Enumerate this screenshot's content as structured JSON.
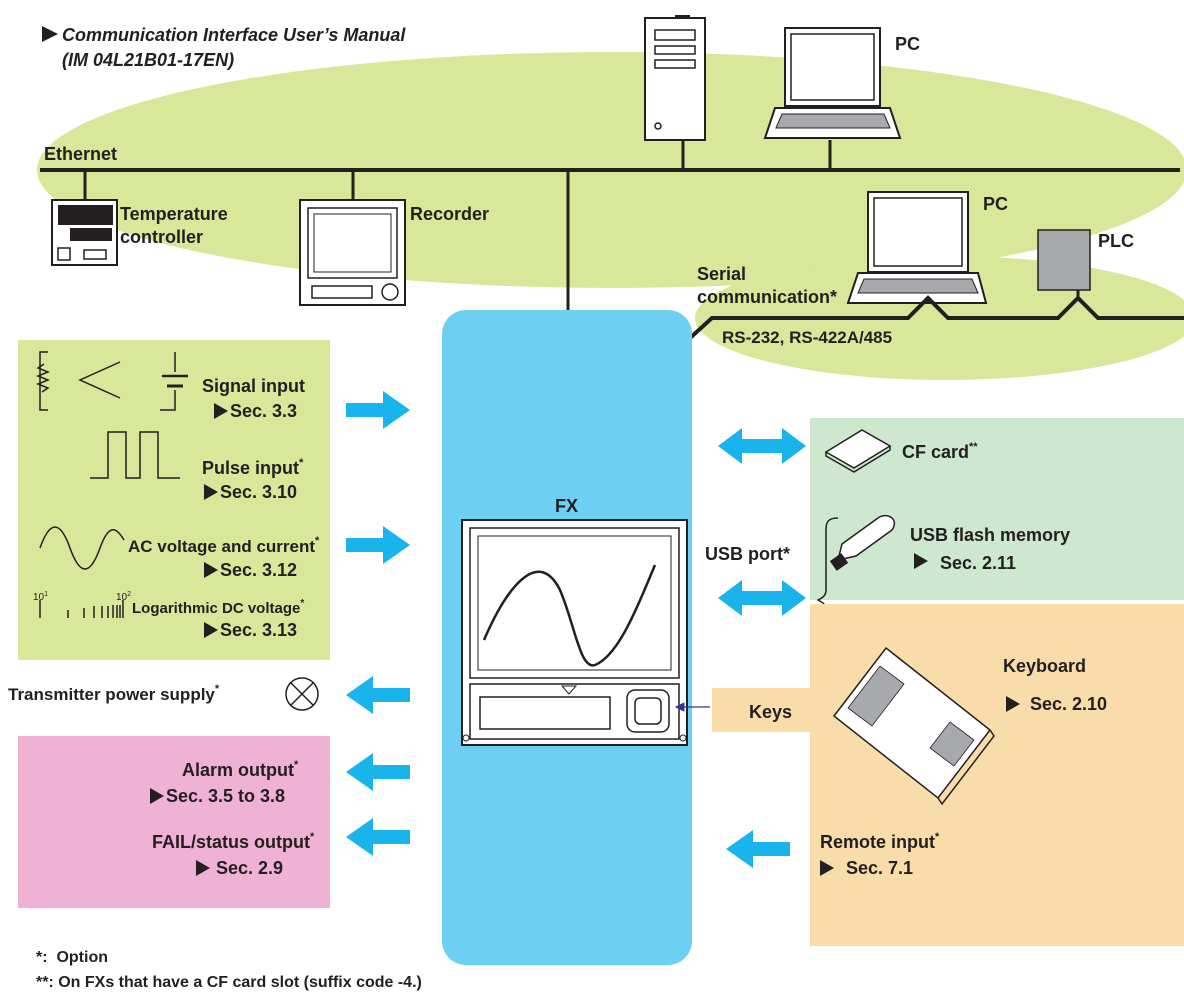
{
  "manual_ref": {
    "title": "Communication Interface User’s Manual",
    "doc_no": "(IM 04L21B01-17EN)"
  },
  "network": {
    "ethernet_label": "Ethernet",
    "serial_label_1": "Serial",
    "serial_label_2": "communication*",
    "serial_ports": "RS-232, RS-422A/485",
    "devices": {
      "pc_top": "PC",
      "pc_serial": "PC",
      "plc": "PLC",
      "temp_controller_1": "Temperature",
      "temp_controller_2": "controller",
      "recorder": "Recorder"
    }
  },
  "center": {
    "label": "FX"
  },
  "inputs": {
    "signal": {
      "label": "Signal input",
      "ref": "Sec. 3.3"
    },
    "pulse": {
      "label": "Pulse input",
      "sup": "*",
      "ref": "Sec. 3.10"
    },
    "ac": {
      "label": "AC voltage and current",
      "sup": "*",
      "ref": "Sec. 3.12"
    },
    "log": {
      "label": "Logarithmic DC voltage",
      "sup": "*",
      "ref": "Sec. 3.13",
      "tick_1": "10",
      "tick_1_exp": "1",
      "tick_2": "10",
      "tick_2_exp": "2"
    }
  },
  "outputs": {
    "transmitter": {
      "label": "Transmitter power supply",
      "sup": "*"
    },
    "alarm": {
      "label": "Alarm output",
      "sup": "*",
      "ref": "Sec. 3.5 to 3.8"
    },
    "fail": {
      "label": "FAIL/status output",
      "sup": "*",
      "ref": "Sec. 2.9"
    }
  },
  "storage": {
    "cf": {
      "label": "CF card",
      "sup": "**"
    },
    "usb_port": "USB port*",
    "usb_flash": {
      "label": "USB flash memory",
      "ref": "Sec. 2.11"
    },
    "keyboard": {
      "label": "Keyboard",
      "ref": "Sec. 2.10"
    },
    "keys": "Keys",
    "remote": {
      "label": "Remote input",
      "sup": "*",
      "ref": "Sec. 7.1"
    }
  },
  "footnotes": {
    "f1": "*:  Option",
    "f2": "**: On FXs that have a CF card slot (suffix code -4.)"
  },
  "colors": {
    "ellipse": "#d9e79a",
    "fx_panel": "#6dcff2",
    "input_panel": "#d9e79a",
    "output_panel": "#f0b2d4",
    "storage_green": "#cde8cf",
    "storage_orange": "#f8dcaa",
    "arrow": "#19b4ec"
  }
}
